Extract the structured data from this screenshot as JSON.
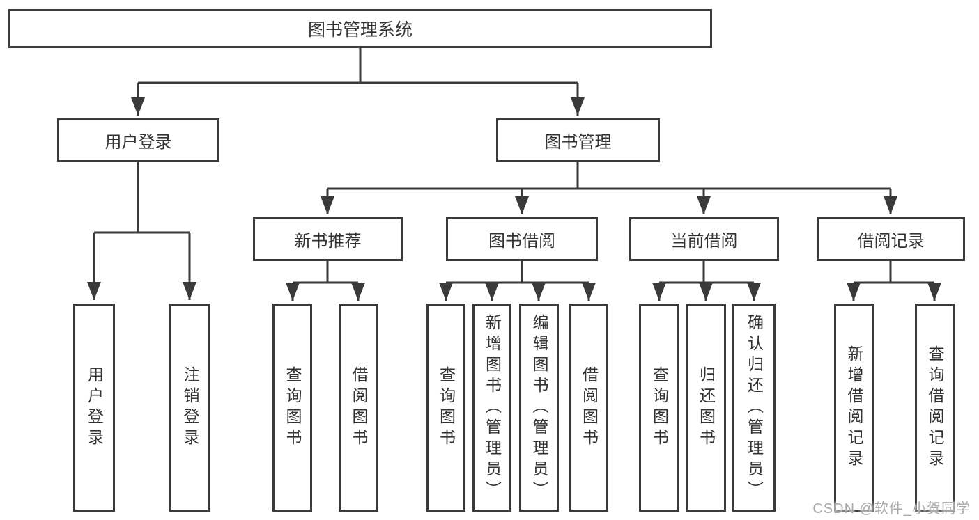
{
  "tree": {
    "label": "图书管理系统",
    "children": [
      {
        "label": "用户登录",
        "children": [
          {
            "label": "用户登录"
          },
          {
            "label": "注销登录"
          }
        ]
      },
      {
        "label": "图书管理",
        "children": [
          {
            "label": "新书推荐",
            "children": [
              {
                "label": "查询图书"
              },
              {
                "label": "借阅图书"
              }
            ]
          },
          {
            "label": "图书借阅",
            "children": [
              {
                "label": "查询图书"
              },
              {
                "label": "新增图书（管理员）"
              },
              {
                "label": "编辑图书（管理员）"
              },
              {
                "label": "借阅图书"
              }
            ]
          },
          {
            "label": "当前借阅",
            "children": [
              {
                "label": "查询图书"
              },
              {
                "label": "归还图书"
              },
              {
                "label": "确认归还（管理员）"
              }
            ]
          },
          {
            "label": "借阅记录",
            "children": [
              {
                "label": "新增借阅记录"
              },
              {
                "label": "查询借阅记录"
              }
            ]
          }
        ]
      }
    ]
  },
  "watermark": {
    "label": "CSDN @软件_小贺同学"
  },
  "colors": {
    "line": "#3a3a3a",
    "box_border": "#3a3a3a",
    "text": "#333333",
    "watermark_text": "#a9a9a9",
    "background": "#ffffff"
  }
}
